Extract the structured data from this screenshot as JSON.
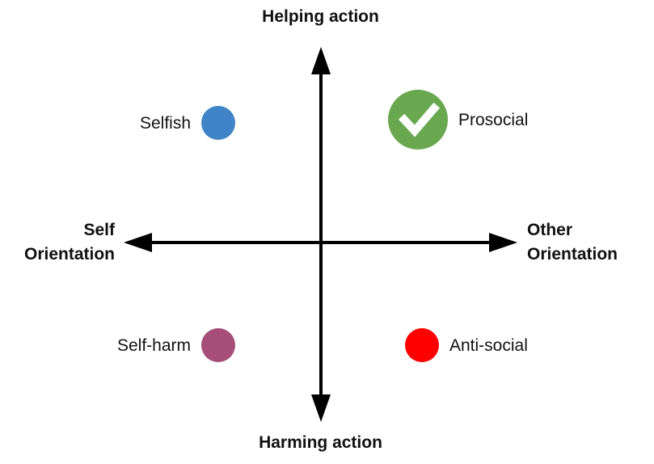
{
  "axes": {
    "top": "Helping action",
    "bottom": "Harming action",
    "left": [
      "Self",
      "Orientation"
    ],
    "right": [
      "Other",
      "Orientation"
    ]
  },
  "quadrants": {
    "top_left": {
      "label": "Selfish",
      "color": "#3f84c6",
      "icon": "blue-dot-icon"
    },
    "top_right": {
      "label": "Prosocial",
      "color": "#6aa84f",
      "icon": "check-circle-icon"
    },
    "bottom_left": {
      "label": "Self-harm",
      "color": "#a64d79",
      "icon": "purple-dot-icon"
    },
    "bottom_right": {
      "label": "Anti-social",
      "color": "#ff0000",
      "icon": "red-dot-icon"
    }
  },
  "colors": {
    "axis": "#000000",
    "check": "#ffffff"
  }
}
